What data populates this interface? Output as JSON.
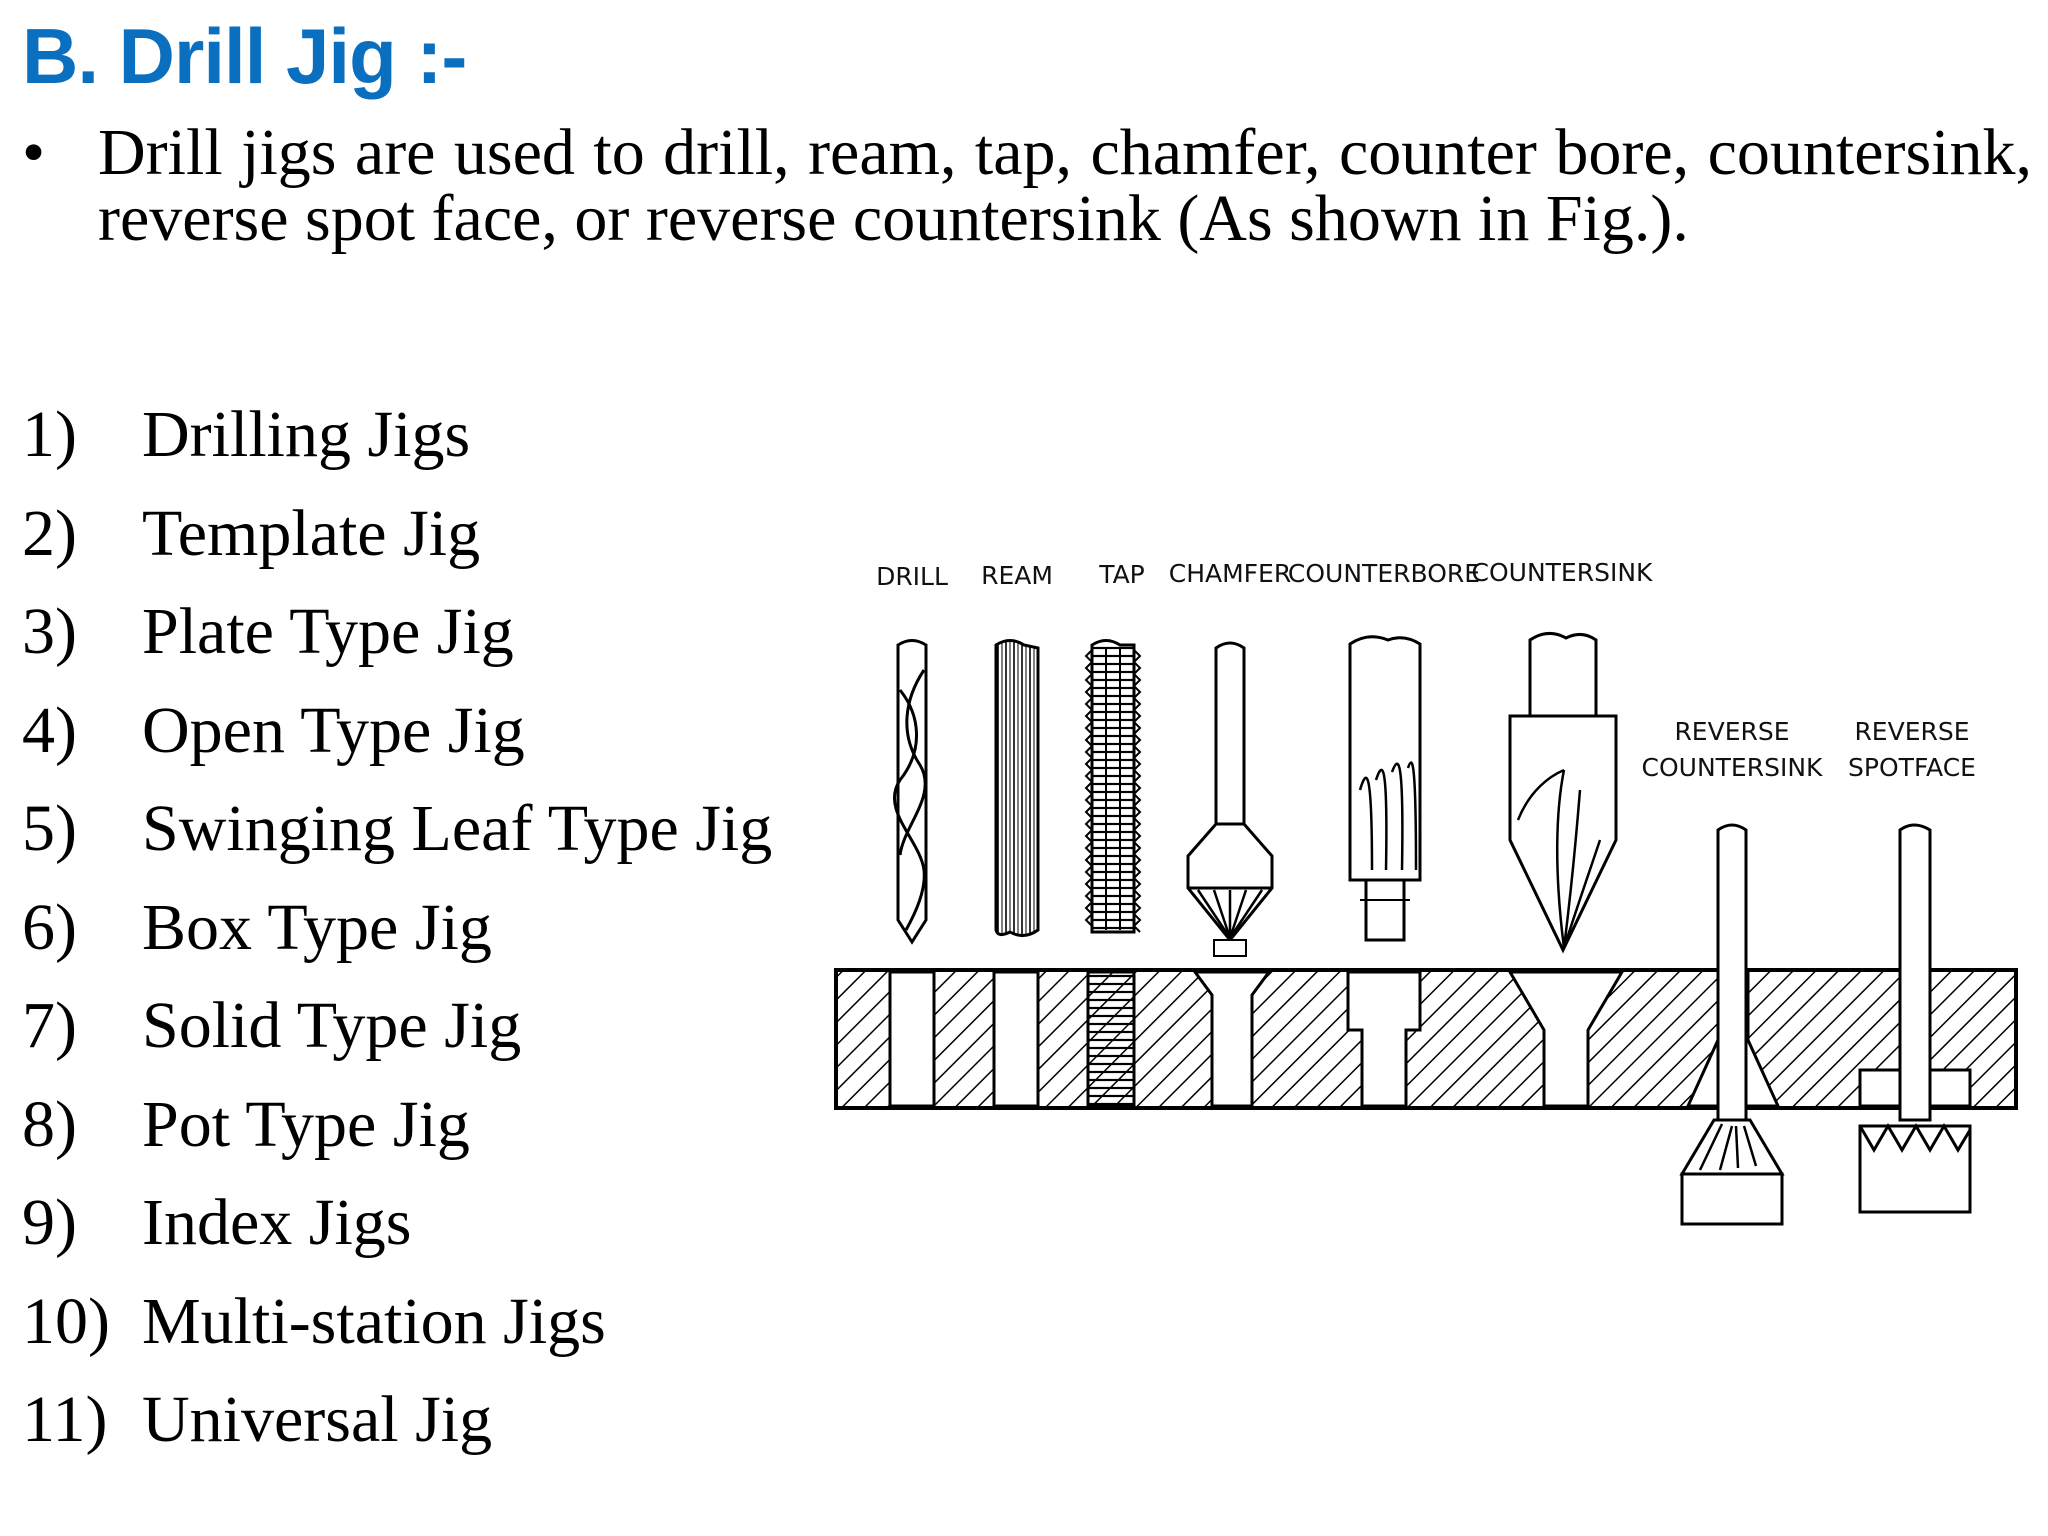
{
  "slide": {
    "title": "B.  Drill Jig :-",
    "bullet": "Drill jigs are used to drill, ream, tap, chamfer, counter bore, countersink, reverse spot face, or reverse countersink (As shown in Fig.).",
    "jig_types": [
      {
        "num": "1)",
        "text": "Drilling Jigs"
      },
      {
        "num": "2)",
        "text": "Template Jig"
      },
      {
        "num": "3)",
        "text": "Plate Type Jig"
      },
      {
        "num": "4)",
        "text": "Open Type Jig"
      },
      {
        "num": "5)",
        "text": "Swinging Leaf Type Jig"
      },
      {
        "num": "6)",
        "text": "Box Type Jig"
      },
      {
        "num": "7)",
        "text": "Solid Type Jig"
      },
      {
        "num": "8)",
        "text": "Pot Type Jig"
      },
      {
        "num": "9)",
        "text": "Index Jigs"
      },
      {
        "num": "10)",
        "text": "Multi-station Jigs"
      },
      {
        "num": "11)",
        "text": "Universal Jig"
      }
    ]
  },
  "figure": {
    "labels": {
      "drill": "DRILL",
      "ream": "REAM",
      "tap": "TAP",
      "chamfer": "CHAMFER",
      "counterbore": "COUNTERBORE",
      "countersink": "COUNTERSINK",
      "reverse_countersink_1": "REVERSE",
      "reverse_countersink_2": "COUNTERSINK",
      "reverse_spotface_1": "REVERSE",
      "reverse_spotface_2": "SPOTFACE"
    }
  },
  "colors": {
    "title": "#0b6fbf",
    "text": "#000000",
    "background": "#ffffff"
  }
}
